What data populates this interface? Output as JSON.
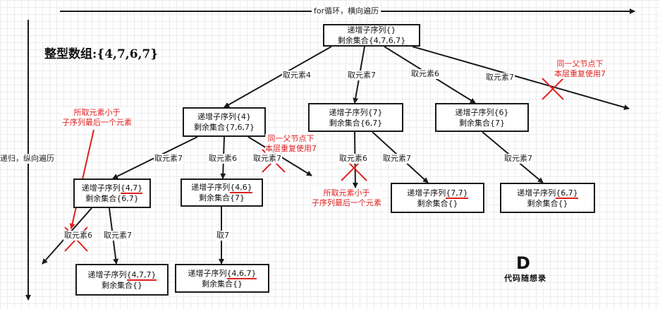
{
  "title": "整型数组:{4,7,6,7}",
  "axis": {
    "horizontal": "for循环，横向遍历",
    "vertical": "递归，纵向遍历"
  },
  "nodes": {
    "root": {
      "line1": "递增子序列{}",
      "line2": "剩余集合{4,7,6,7}"
    },
    "n4": {
      "line1": "递增子序列{4}",
      "line2": "剩余集合{7,6,7}"
    },
    "n7": {
      "line1": "递增子序列{7}",
      "line2": "剩余集合{6,7}"
    },
    "n6": {
      "line1": "递增子序列{6}",
      "line2": "剩余集合{7}"
    },
    "n47": {
      "prefix": "递增子序列",
      "sub": "{4,7}",
      "line2": "剩余集合{6,7}"
    },
    "n46": {
      "prefix": "递增子序列",
      "sub": "{4,6}",
      "line2": "剩余集合{7}"
    },
    "n77": {
      "prefix": "递增子序列",
      "sub": "{7,7}",
      "line2": "剩余集合{}"
    },
    "n67": {
      "prefix": "递增子序列",
      "sub": "{6,7}",
      "line2": "剩余集合{}"
    },
    "n477": {
      "prefix": "递增子序列",
      "sub": "{4,7,7}",
      "line2": "剩余集合{}"
    },
    "n467": {
      "prefix": "递增子序列",
      "sub": "{4,6,7}",
      "line2": "剩余集合{}"
    }
  },
  "edges": {
    "root_4": "取元素4",
    "root_7": "取元素7",
    "root_6": "取元素6",
    "root_7b": "取元素7",
    "n4_7": "取元素7",
    "n4_6": "取元素6",
    "n4_7b": "取元素7",
    "n7_6": "取元素6",
    "n7_7": "取元素7",
    "n6_7": "取元素7",
    "n47_6": "取元素6",
    "n47_7": "取元素7",
    "n46_7": "取7"
  },
  "notes": {
    "same_parent_1": [
      "同一父节点下",
      "本层重复使用7"
    ],
    "same_parent_2": [
      "同一父节点下",
      "本层重复使用7"
    ],
    "smaller_1": [
      "所取元素小于",
      "子序列最后一个元素"
    ],
    "smaller_2": [
      "所取元素小于",
      "子序列最后一个元素"
    ]
  },
  "logo": {
    "mark": "D",
    "brand": "代码随想录"
  },
  "colors": {
    "line": "#1a1a1a",
    "red": "#e02020",
    "grid": "#ececec"
  }
}
